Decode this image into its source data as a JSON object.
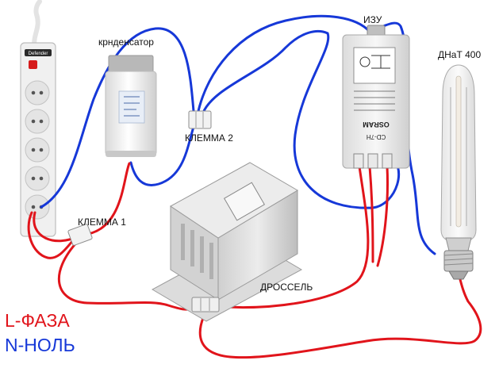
{
  "labels": {
    "capacitor": "крнденсатор",
    "terminal2": "КЛЕММА 2",
    "izu": "ИЗУ",
    "lamp": "ДНаТ 400",
    "terminal1": "КЛЕММА 1",
    "choke": "ДРОССЕЛЬ"
  },
  "legend": {
    "phase": "L-ФАЗА",
    "neutral": "N-НОЛЬ"
  },
  "device_text": {
    "strip_brand": "Defender",
    "izu_brand": "OSRAM",
    "izu_model": "CD-7H"
  },
  "colors": {
    "phase": "#e1141b",
    "neutral": "#1638d8"
  }
}
